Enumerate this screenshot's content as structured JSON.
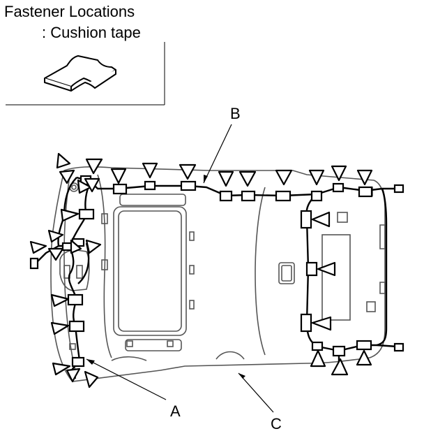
{
  "legend": {
    "title": "Fastener Locations",
    "item": ": Cushion tape"
  },
  "callouts": {
    "a": "A",
    "b": "B",
    "c": "C"
  },
  "colors": {
    "line": "#000000",
    "background": "#ffffff",
    "headliner": "#555555"
  },
  "icons": {
    "cushion_tape": "cushion-tape-icon",
    "clip_triangle": "triangle-clip-icon",
    "connector": "rect-connector-icon"
  }
}
